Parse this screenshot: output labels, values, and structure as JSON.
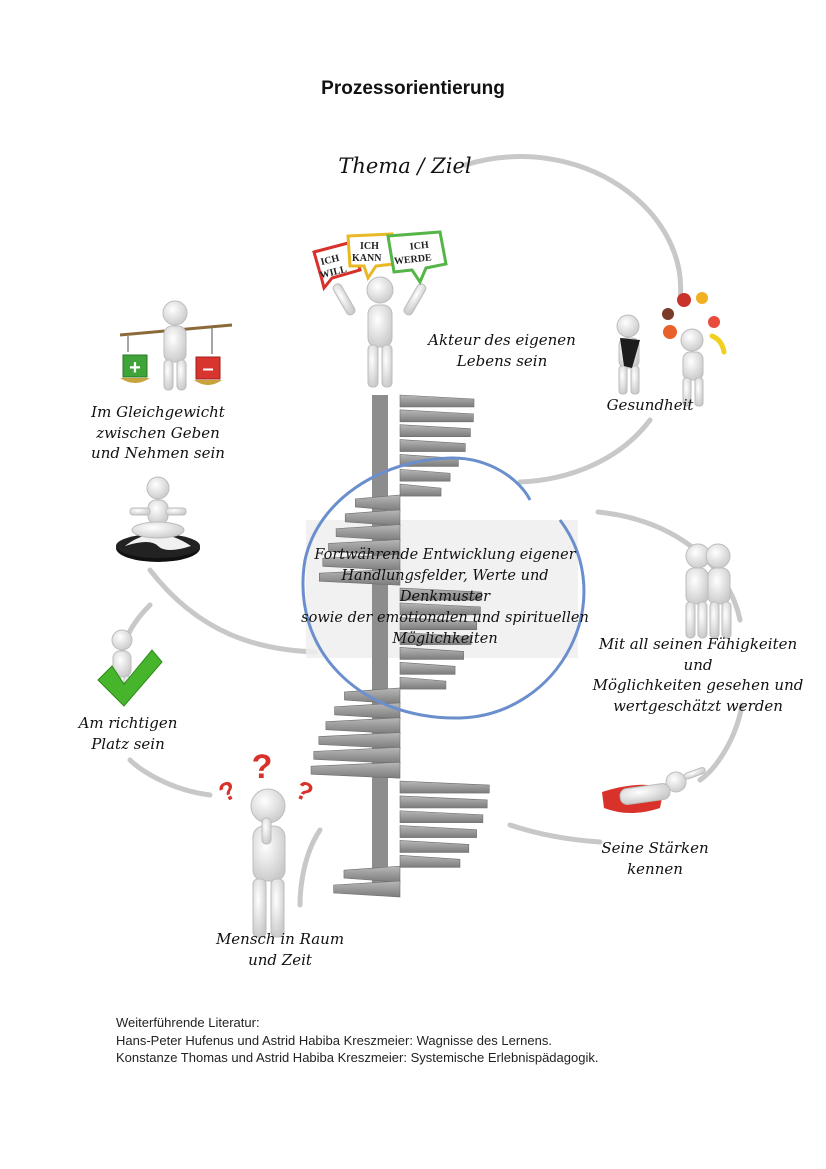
{
  "title": "Prozessorientierung",
  "theme": "Thema / Ziel",
  "center": {
    "lines": [
      "Fortwährende Entwicklung eigener",
      "Handlungsfelder, Werte und Denkmuster",
      "sowie der emotionalen und spirituellen",
      "Möglichkeiten"
    ]
  },
  "nodes": [
    {
      "id": "akteur",
      "lines": [
        "Akteur des eigenen",
        "Lebens sein"
      ]
    },
    {
      "id": "gesundheit",
      "lines": [
        "Gesundheit"
      ]
    },
    {
      "id": "gesehen",
      "lines": [
        "Mit all seinen Fähigkeiten und",
        "Möglichkeiten gesehen und",
        "wertgeschätzt werden"
      ]
    },
    {
      "id": "staerken",
      "lines": [
        "Seine Stärken",
        "kennen"
      ]
    },
    {
      "id": "mensch",
      "lines": [
        "Mensch in Raum",
        "und Zeit"
      ]
    },
    {
      "id": "platz",
      "lines": [
        "Am richtigen",
        "Platz sein"
      ]
    },
    {
      "id": "gleichgewicht",
      "lines": [
        "Im Gleichgewicht",
        "zwischen Geben",
        "und Nehmen sein"
      ]
    }
  ],
  "bubbles": [
    {
      "line1": "ICH",
      "line2": "WILL",
      "color": "#d9302c"
    },
    {
      "line1": "ICH",
      "line2": "KANN",
      "color": "#e9b824"
    },
    {
      "line1": "ICH",
      "line2": "WERDE",
      "color": "#56b548"
    }
  ],
  "signs": {
    "plus": "+",
    "minus": "–"
  },
  "question_mark": "?",
  "literature": {
    "heading": "Weiterführende Literatur:",
    "items": [
      "Hans-Peter Hufenus und Astrid Habiba Kreszmeier: Wagnisse des Lernens.",
      "Konstanze Thomas und Astrid Habiba Kreszmeier: Systemische Erlebnispädagogik."
    ]
  },
  "colors": {
    "arc": "#c8c8c8",
    "center_ring": "#6b8fcc",
    "stair": "#9a9a9a",
    "figure": "#e6e6e6"
  }
}
